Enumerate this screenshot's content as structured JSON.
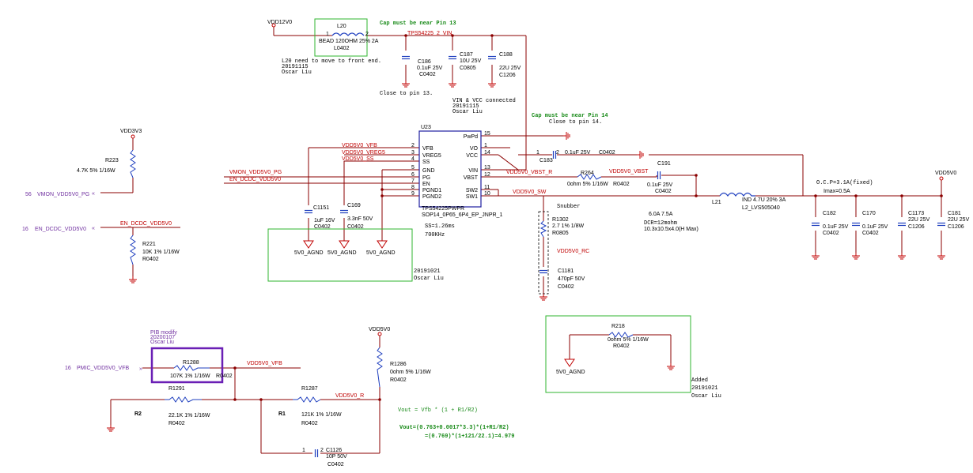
{
  "power": {
    "vdd12v0": "VDD12V0",
    "vdd3v3": "VDD3V3",
    "vdd5v0_top": "VDD5V0",
    "vdd5v0_right": "VDD5V0"
  },
  "nets": {
    "vin": "TPS54225_2_VIN",
    "vfb": "VDD5V0_VFB",
    "vreg5": "VDD5V0_VREG5",
    "ss": "VDD5V0_SS",
    "pg": "VMON_VDD5V0_PG",
    "en": "EN_DCDC_VDD5V0",
    "vbst": "VDD5V0_VBST",
    "vbst_r": "VDD5V0_VBST_R",
    "sw": "VDD5V0_SW",
    "rc": "VDD5V0_RC",
    "r": "VDD5V0_R",
    "vfb_bottom": "VDD5V0_VFB"
  },
  "ports": {
    "p56": "56",
    "p56_name": "VMON_VDD5V0_PG",
    "p16a": "16",
    "p16a_name": "EN_DCDC_VDD5V0",
    "p16b": "16",
    "p16b_name": "PMIC_VDD5V0_VFB"
  },
  "ic": {
    "ref": "U23",
    "part": "TPS54225PWPR",
    "pkg": "SOP14_0P65_6P4_EP_JNPR_1",
    "pins_left": [
      {
        "num": "2",
        "name": "VFB"
      },
      {
        "num": "3",
        "name": "VREG5"
      },
      {
        "num": "4",
        "name": "SS"
      },
      {
        "num": "5",
        "name": "GND"
      },
      {
        "num": "6",
        "name": "PG"
      },
      {
        "num": "7",
        "name": "EN"
      },
      {
        "num": "8",
        "name": "PGND1"
      },
      {
        "num": "9",
        "name": "PGND2"
      }
    ],
    "pins_right": [
      {
        "num": "15",
        "name": "PwPd"
      },
      {
        "num": "1",
        "name": "VO"
      },
      {
        "num": "14",
        "name": "VCC"
      },
      {
        "num": "13",
        "name": "VIN"
      },
      {
        "num": "12",
        "name": "VBST"
      },
      {
        "num": "11",
        "name": "SW2"
      },
      {
        "num": "10",
        "name": "SW1"
      }
    ]
  },
  "components": {
    "L20": {
      "ref": "L20",
      "pin1": "1",
      "pin2": "2",
      "value": "BEAD 120OHM 25% 2A",
      "pkg": "L0402"
    },
    "C186": {
      "ref": "C186",
      "value": "0.1uF 25V",
      "pkg": "C0402"
    },
    "C187": {
      "ref": "C187",
      "value": "10U 25V",
      "pkg": "C0805"
    },
    "C188": {
      "ref": "C188",
      "value": "22U 25V",
      "pkg": "C1206"
    },
    "C183": {
      "ref": "C183",
      "value": "0.1uF 25V",
      "pkg": "C0402"
    },
    "R223": {
      "ref": "R223",
      "value": "4.7K 5% 1/16W"
    },
    "R221": {
      "ref": "R221",
      "value": "10K 1% 1/16W",
      "pkg": "R0402"
    },
    "C1151": {
      "ref": "C1151",
      "value": "1uF 16V",
      "pkg": "C0402"
    },
    "C169": {
      "ref": "C169",
      "value": "3.3nF 50V",
      "pkg": "C0402"
    },
    "R264": {
      "ref": "R264",
      "value": "0ohm 5% 1/16W",
      "pkg": "R0402"
    },
    "C191": {
      "ref": "C191",
      "value": "0.1uF 25V",
      "pkg": "C0402"
    },
    "L21": {
      "ref": "L21",
      "value": "IND 4.7U 20% 3A",
      "pkg": "L2_LVS505040"
    },
    "R1302": {
      "ref": "R1302",
      "value": "2.7 1% 1/8W",
      "pkg": "R0805"
    },
    "C1181": {
      "ref": "C1181",
      "value": "470pF 50V",
      "pkg": "C0402"
    },
    "C182": {
      "ref": "C182",
      "value": "0.1uF 25V",
      "pkg": "C0402"
    },
    "C170": {
      "ref": "C170",
      "value": "0.1uF 25V",
      "pkg": "C0402"
    },
    "C1173": {
      "ref": "C1173",
      "value": "22U 25V",
      "pkg": "C1206"
    },
    "C181": {
      "ref": "C181",
      "value": "22U 25V",
      "pkg": "C1206"
    },
    "R218": {
      "ref": "R218",
      "value": "0ohm 5% 1/16W",
      "pkg": "R0402"
    },
    "R1288": {
      "ref": "R1288",
      "value": "107K 1% 1/16W",
      "pkg": "R0402"
    },
    "R1291": {
      "ref": "R1291",
      "value": "22.1K 1% 1/16W",
      "pkg": "R0402"
    },
    "R1287": {
      "ref": "R1287",
      "value": "121K 1% 1/16W",
      "pkg": "R0402"
    },
    "R1286": {
      "ref": "R1286",
      "value": "0ohm 5% 1/16W",
      "pkg": "R0402"
    },
    "C1126": {
      "ref": "C1126",
      "value": "10P 50V",
      "pkg": "C0402"
    }
  },
  "grounds": {
    "agnd": "5V0_AGND"
  },
  "notes": {
    "cap13": "Cap must be near Pin 13",
    "cap14": "Cap must be near Pin 14",
    "close13": "Close to pin 13.",
    "close14": "Close to pin 14.",
    "l20_note1": "L20 need to move to front end.",
    "l20_note2": "20191115",
    "l20_note3": "Oscar Liu",
    "vin_note1": "VIN & VCC connected",
    "vin_note2": "20191115",
    "vin_note3": "Oscar Liu",
    "ss": "SS=1.26ms",
    "freq": "700KHz",
    "snubber": "Snubber",
    "box1_date": "20191021",
    "box1_name": "Oscar Liu",
    "ocp": "O.C.P=3.1A(fixed)",
    "imax": "Imax=0.5A",
    "ind_rating": "6.0A  7.5A",
    "dcr": "DCR=12mohm",
    "ind_size": "10.3x10.5x4.0(H Max)",
    "pib1": "PIB modify",
    "pib2": "20200107",
    "pib3": "Oscar Liu",
    "r1": "R1",
    "r2": "R2",
    "added1": "Added",
    "added2": "20191021",
    "added3": "Oscar Liu",
    "formula": "Vout = Vfb * (1 + R1/R2)",
    "calc1": "Vout=(0.763+0.0017*3.3)*(1+R1/R2)",
    "calc2": "=(0.769)*(1+121/22.1)=4.979"
  },
  "colors": {
    "wire": "#8b0000",
    "net_label": "#c00000",
    "port": "#7030a0",
    "note_green": "#188a18",
    "box_green": "#2fb52f",
    "box_purple": "#6a1fb5",
    "ic_border": "#1f1f9f"
  }
}
